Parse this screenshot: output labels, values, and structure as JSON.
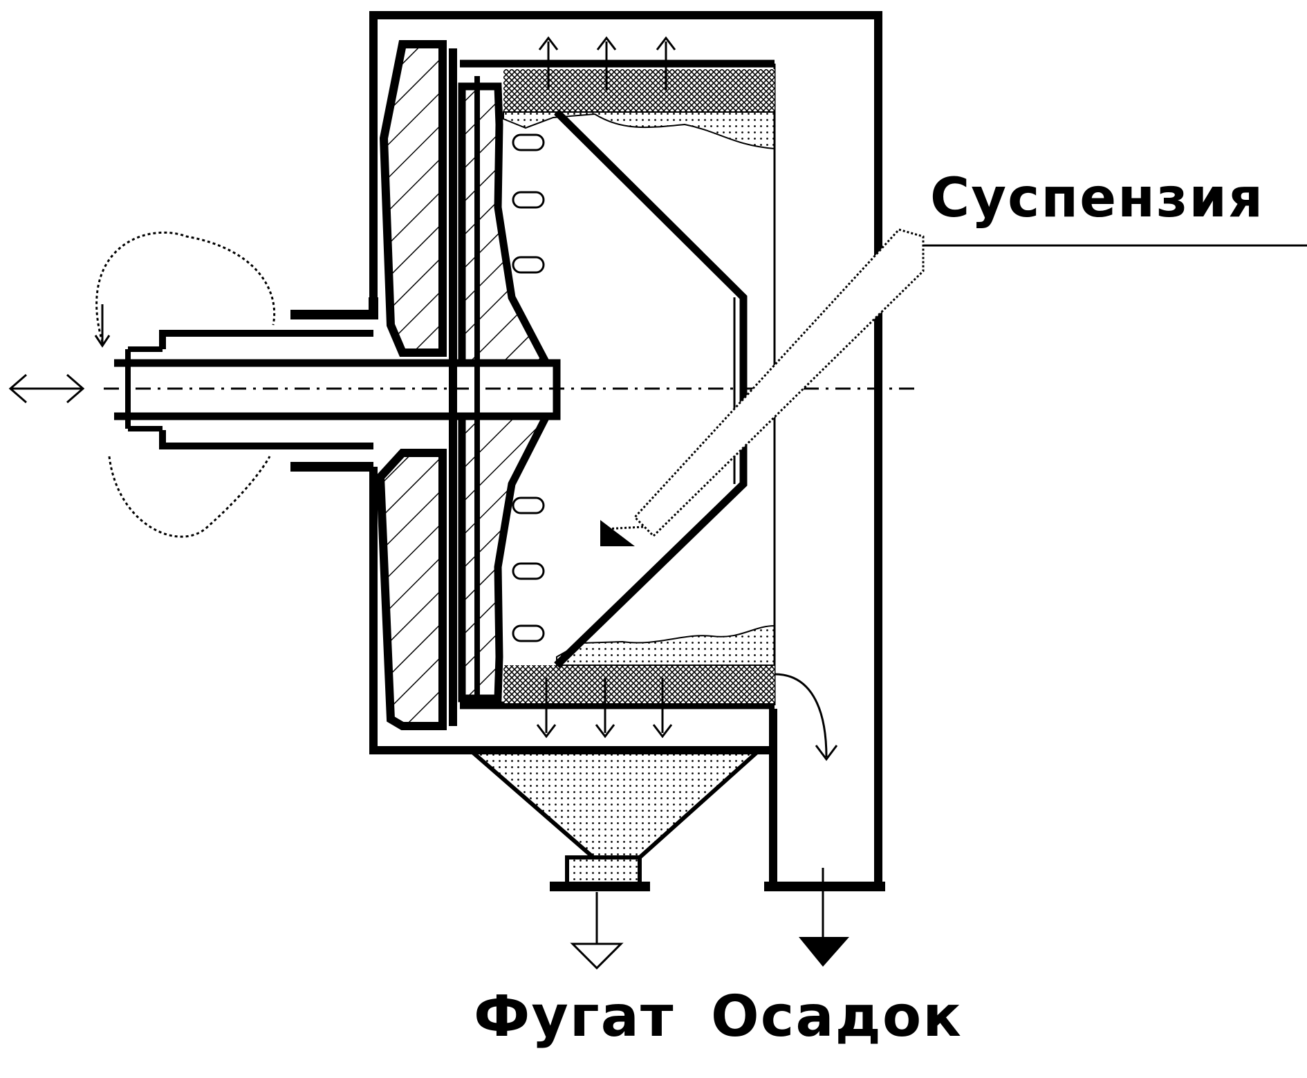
{
  "labels": {
    "suspension": "Суспензия",
    "fugate": "Фугат",
    "sediment": "Осадок"
  },
  "colors": {
    "ink": "#000000",
    "background": "#ffffff",
    "screen": "#9a9a9a",
    "sediment": "#b5b5b5"
  },
  "icons": [
    "rotation-arrow-icon",
    "reciprocating-arrow-icon",
    "flow-arrow-icon"
  ]
}
